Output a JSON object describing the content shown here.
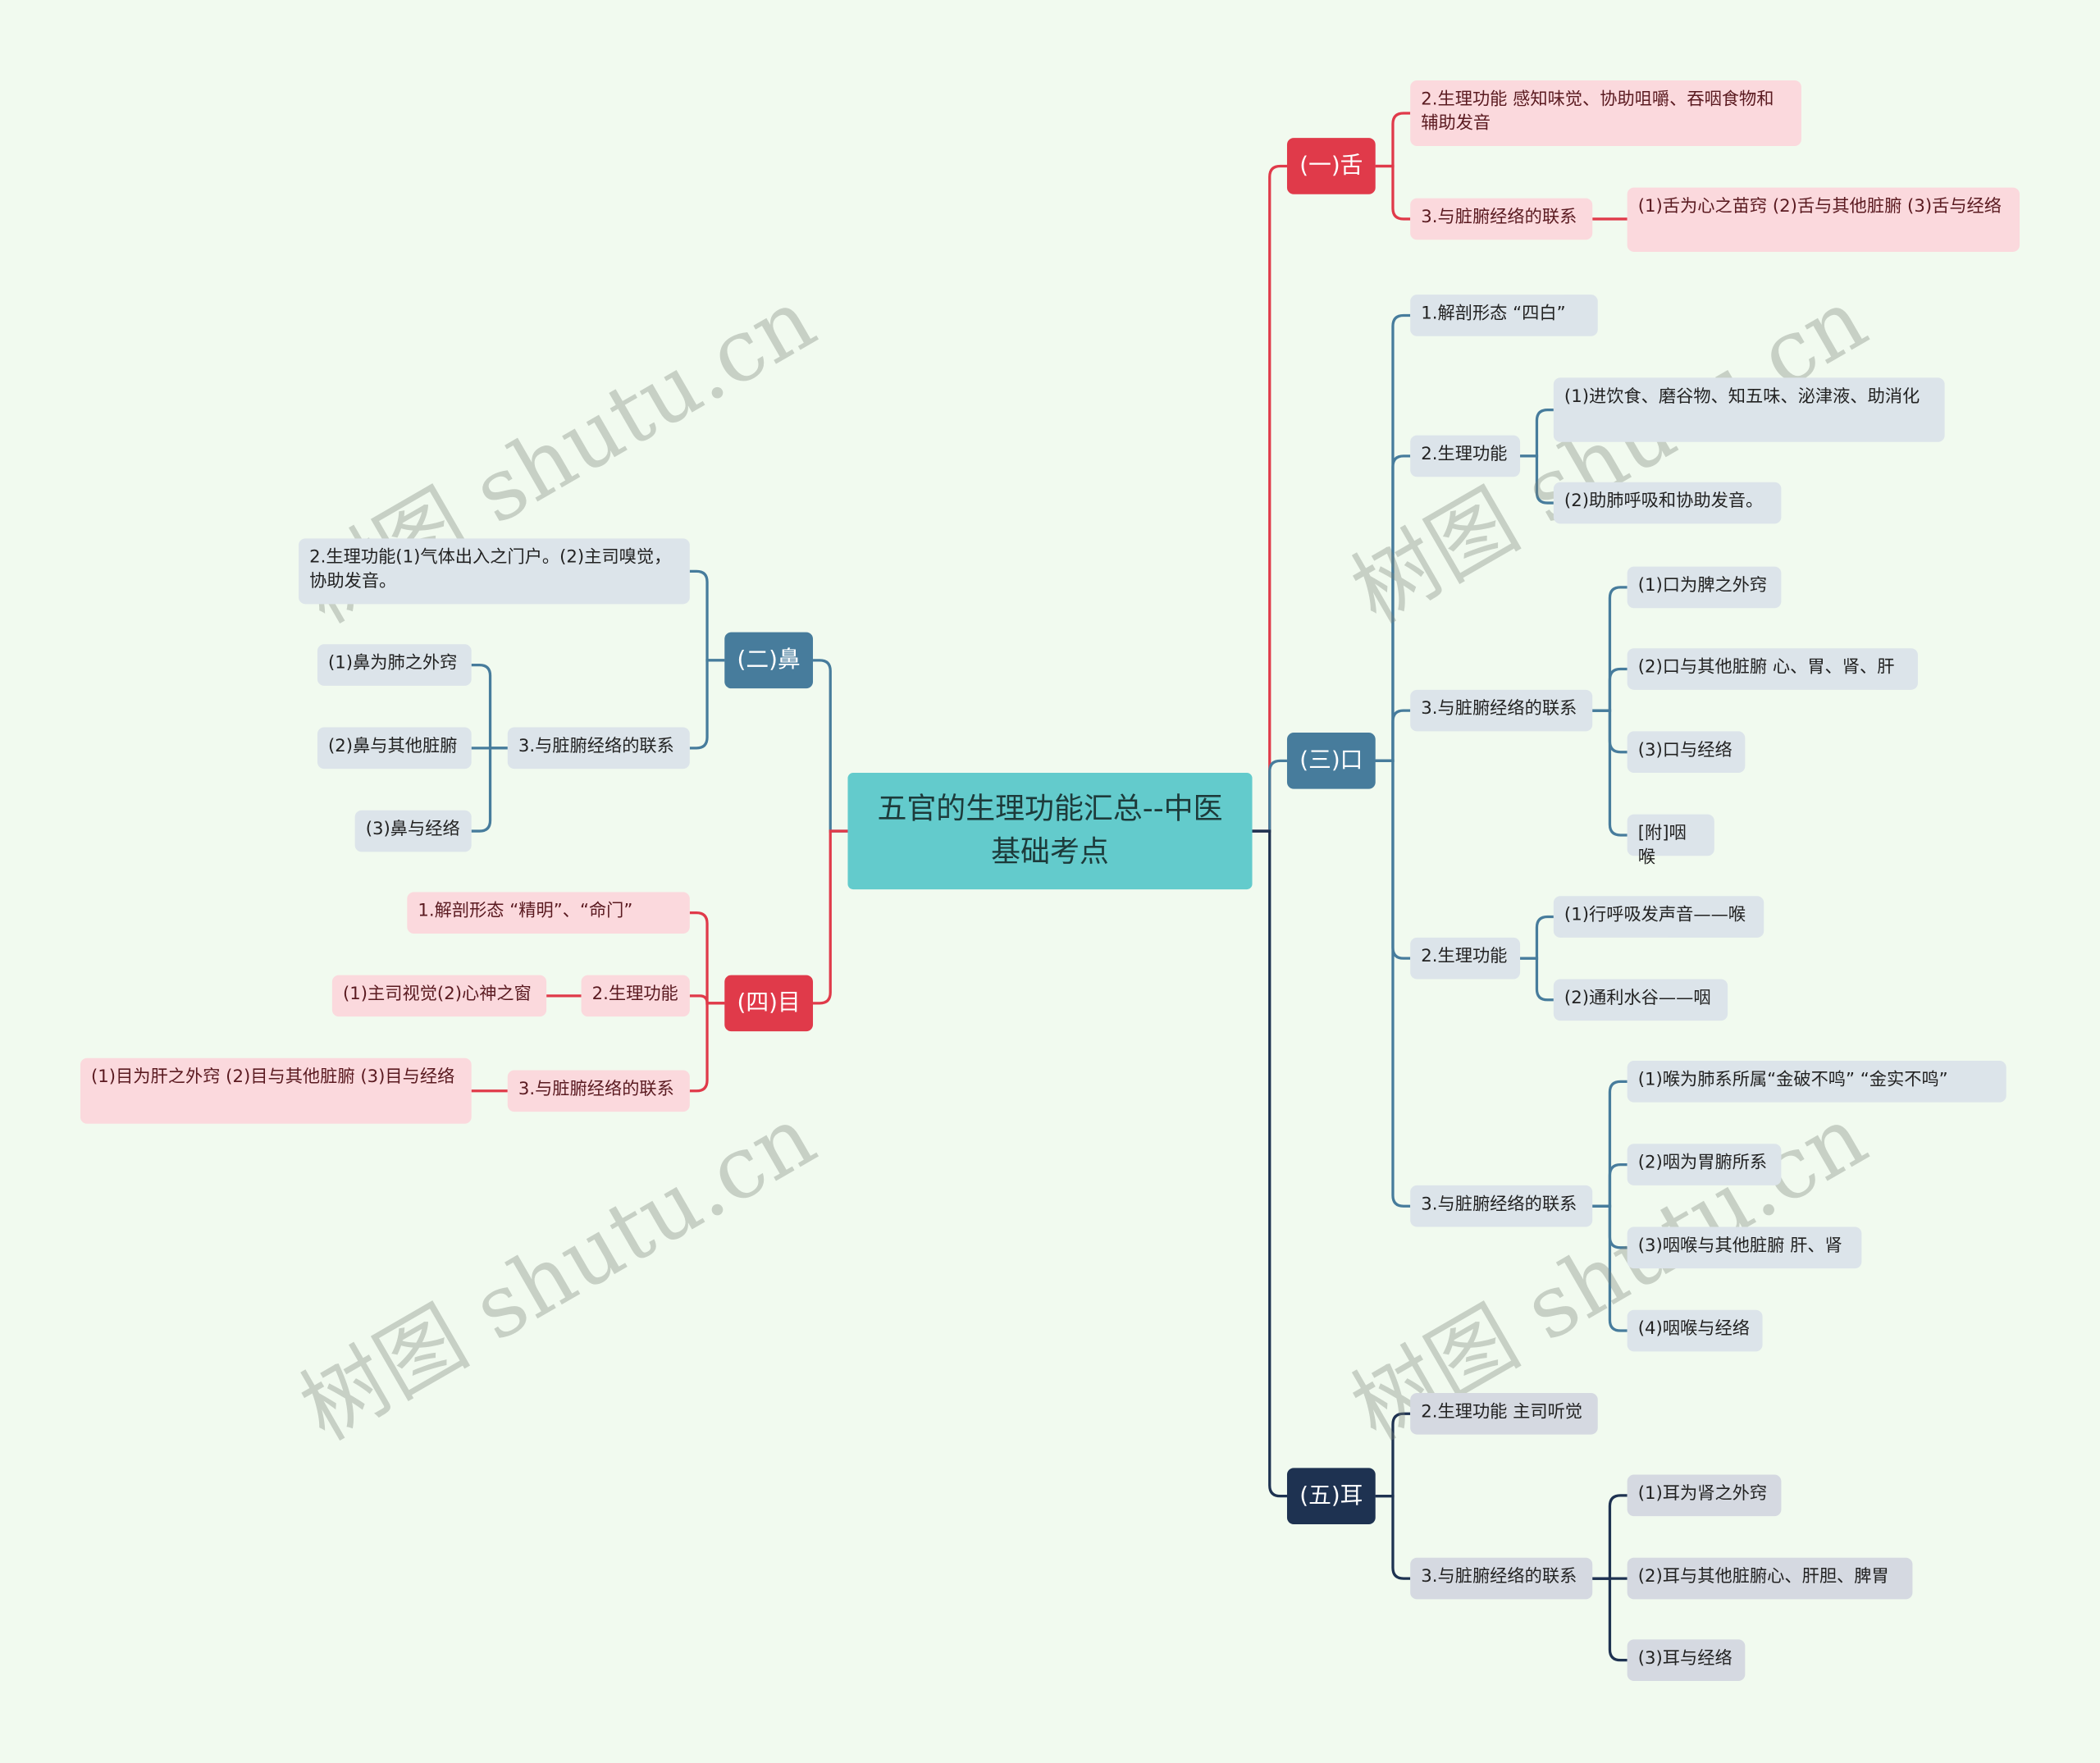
{
  "center": {
    "title": "五官的生理功能汇总--中医基础考点"
  },
  "colors": {
    "background": "#f1faef",
    "center": "#63cbcc",
    "red": "#e03a4a",
    "blue": "#477c9c",
    "navy": "#1e3251"
  },
  "watermark": "树图 shutu.cn",
  "tongue": {
    "label": "(一)舌",
    "function": "2.生理功能 感知味觉、协助咀嚼、吞咽食物和辅助发音",
    "relation": "3.与脏腑经络的联系",
    "relation_detail": "(1)舌为心之苗窍 (2)舌与其他脏腑 (3)舌与经络"
  },
  "nose": {
    "label": "(二)鼻",
    "function": "2.生理功能(1)气体出入之门户。(2)主司嗅觉，协助发音。",
    "relation": "3.与脏腑经络的联系",
    "relation_items": [
      "(1)鼻为肺之外窍",
      "(2)鼻与其他脏腑",
      "(3)鼻与经络"
    ]
  },
  "mouth": {
    "label": "(三)口",
    "anatomy": "1.解剖形态 “四白”",
    "function": "2.生理功能",
    "function_items": [
      "(1)进饮食、磨谷物、知五味、泌津液、助消化",
      "(2)助肺呼吸和协助发音。"
    ],
    "relation": "3.与脏腑经络的联系",
    "relation_items": [
      "(1)口为脾之外窍",
      "(2)口与其他脏腑 心、胃、肾、肝",
      "(3)口与经络",
      "[附]咽喉"
    ],
    "throat_function": "2.生理功能",
    "throat_function_items": [
      "(1)行呼吸发声音——喉",
      "(2)通利水谷——咽"
    ],
    "throat_relation": "3.与脏腑经络的联系",
    "throat_relation_items": [
      "(1)喉为肺系所属“金破不鸣” “金实不鸣”",
      "(2)咽为胃腑所系",
      "(3)咽喉与其他脏腑 肝、肾",
      "(4)咽喉与经络"
    ]
  },
  "eye": {
    "label": "(四)目",
    "anatomy": "1.解剖形态 “精明”、“命门”",
    "function": "2.生理功能",
    "function_detail": "(1)主司视觉(2)心神之窗",
    "relation": "3.与脏腑经络的联系",
    "relation_detail": "(1)目为肝之外窍 (2)目与其他脏腑 (3)目与经络"
  },
  "ear": {
    "label": "(五)耳",
    "function": "2.生理功能 主司听觉",
    "relation": "3.与脏腑经络的联系",
    "relation_items": [
      "(1)耳为肾之外窍",
      "(2)耳与其他脏腑心、肝胆、脾胃",
      "(3)耳与经络"
    ]
  }
}
